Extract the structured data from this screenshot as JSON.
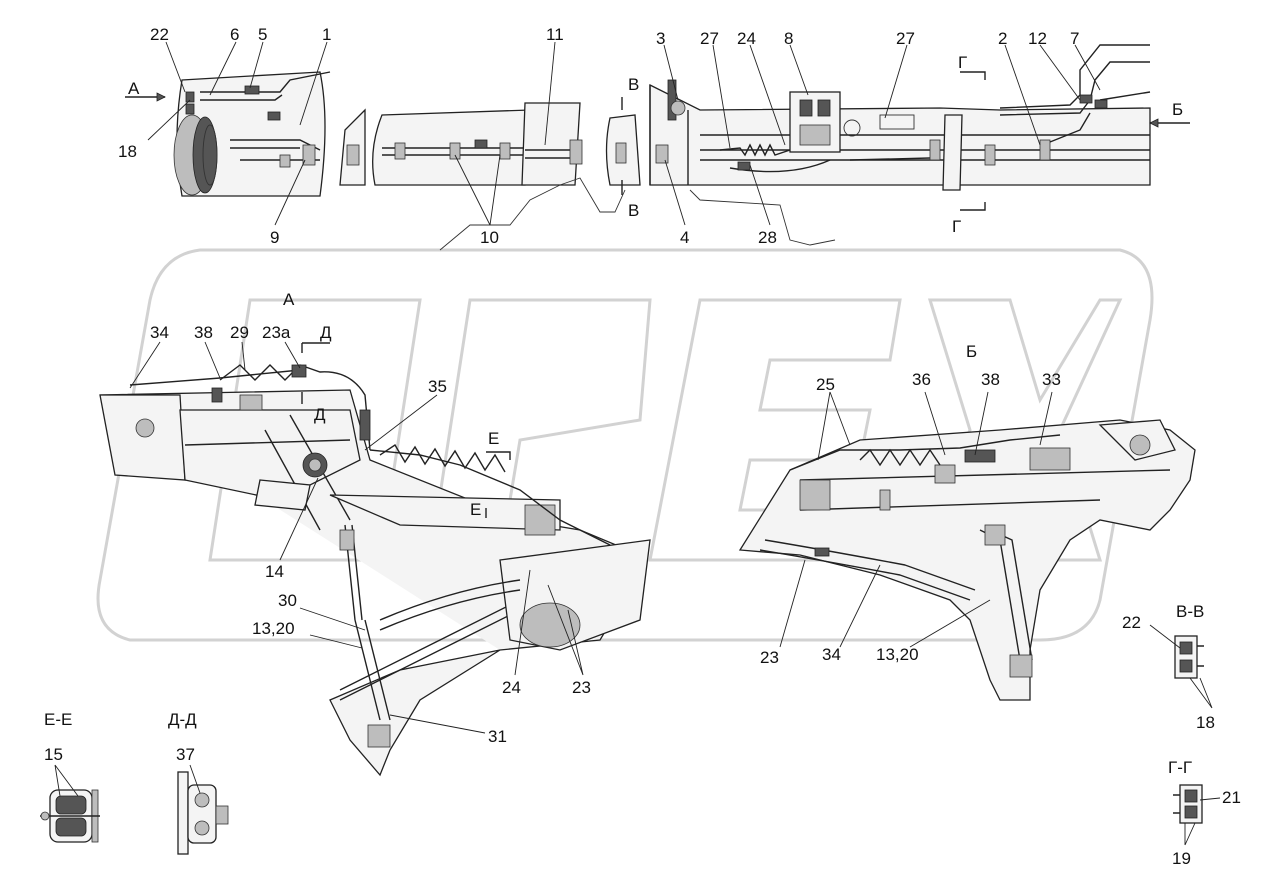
{
  "views": {
    "top_title": "",
    "view_a": "А",
    "view_b": "Б",
    "section_vv": "В-В",
    "section_gg": "Г-Г",
    "section_ee": "Е-Е",
    "section_dd": "Д-Д"
  },
  "arrows": {
    "a": "А",
    "b": "Б",
    "v_top": "В",
    "v_bottom": "В",
    "g_top": "Г",
    "g_bottom": "Г",
    "d_top": "Д",
    "d_bottom": "Д",
    "e_top": "Е",
    "e_bottom": "Е"
  },
  "callouts": {
    "top": [
      "22",
      "6",
      "5",
      "1",
      "18",
      "9",
      "11",
      "10",
      "3",
      "27",
      "24",
      "8",
      "27",
      "2",
      "12",
      "7",
      "4",
      "28"
    ],
    "view_a": [
      "34",
      "38",
      "29",
      "23а",
      "35",
      "14",
      "30",
      "13,20",
      "24",
      "23",
      "31"
    ],
    "view_b": [
      "25",
      "36",
      "38",
      "33",
      "23",
      "34",
      "13,20"
    ],
    "vv": [
      "22",
      "18"
    ],
    "gg": [
      "21",
      "19"
    ],
    "ee": [
      "15"
    ],
    "dd": [
      "37"
    ]
  }
}
